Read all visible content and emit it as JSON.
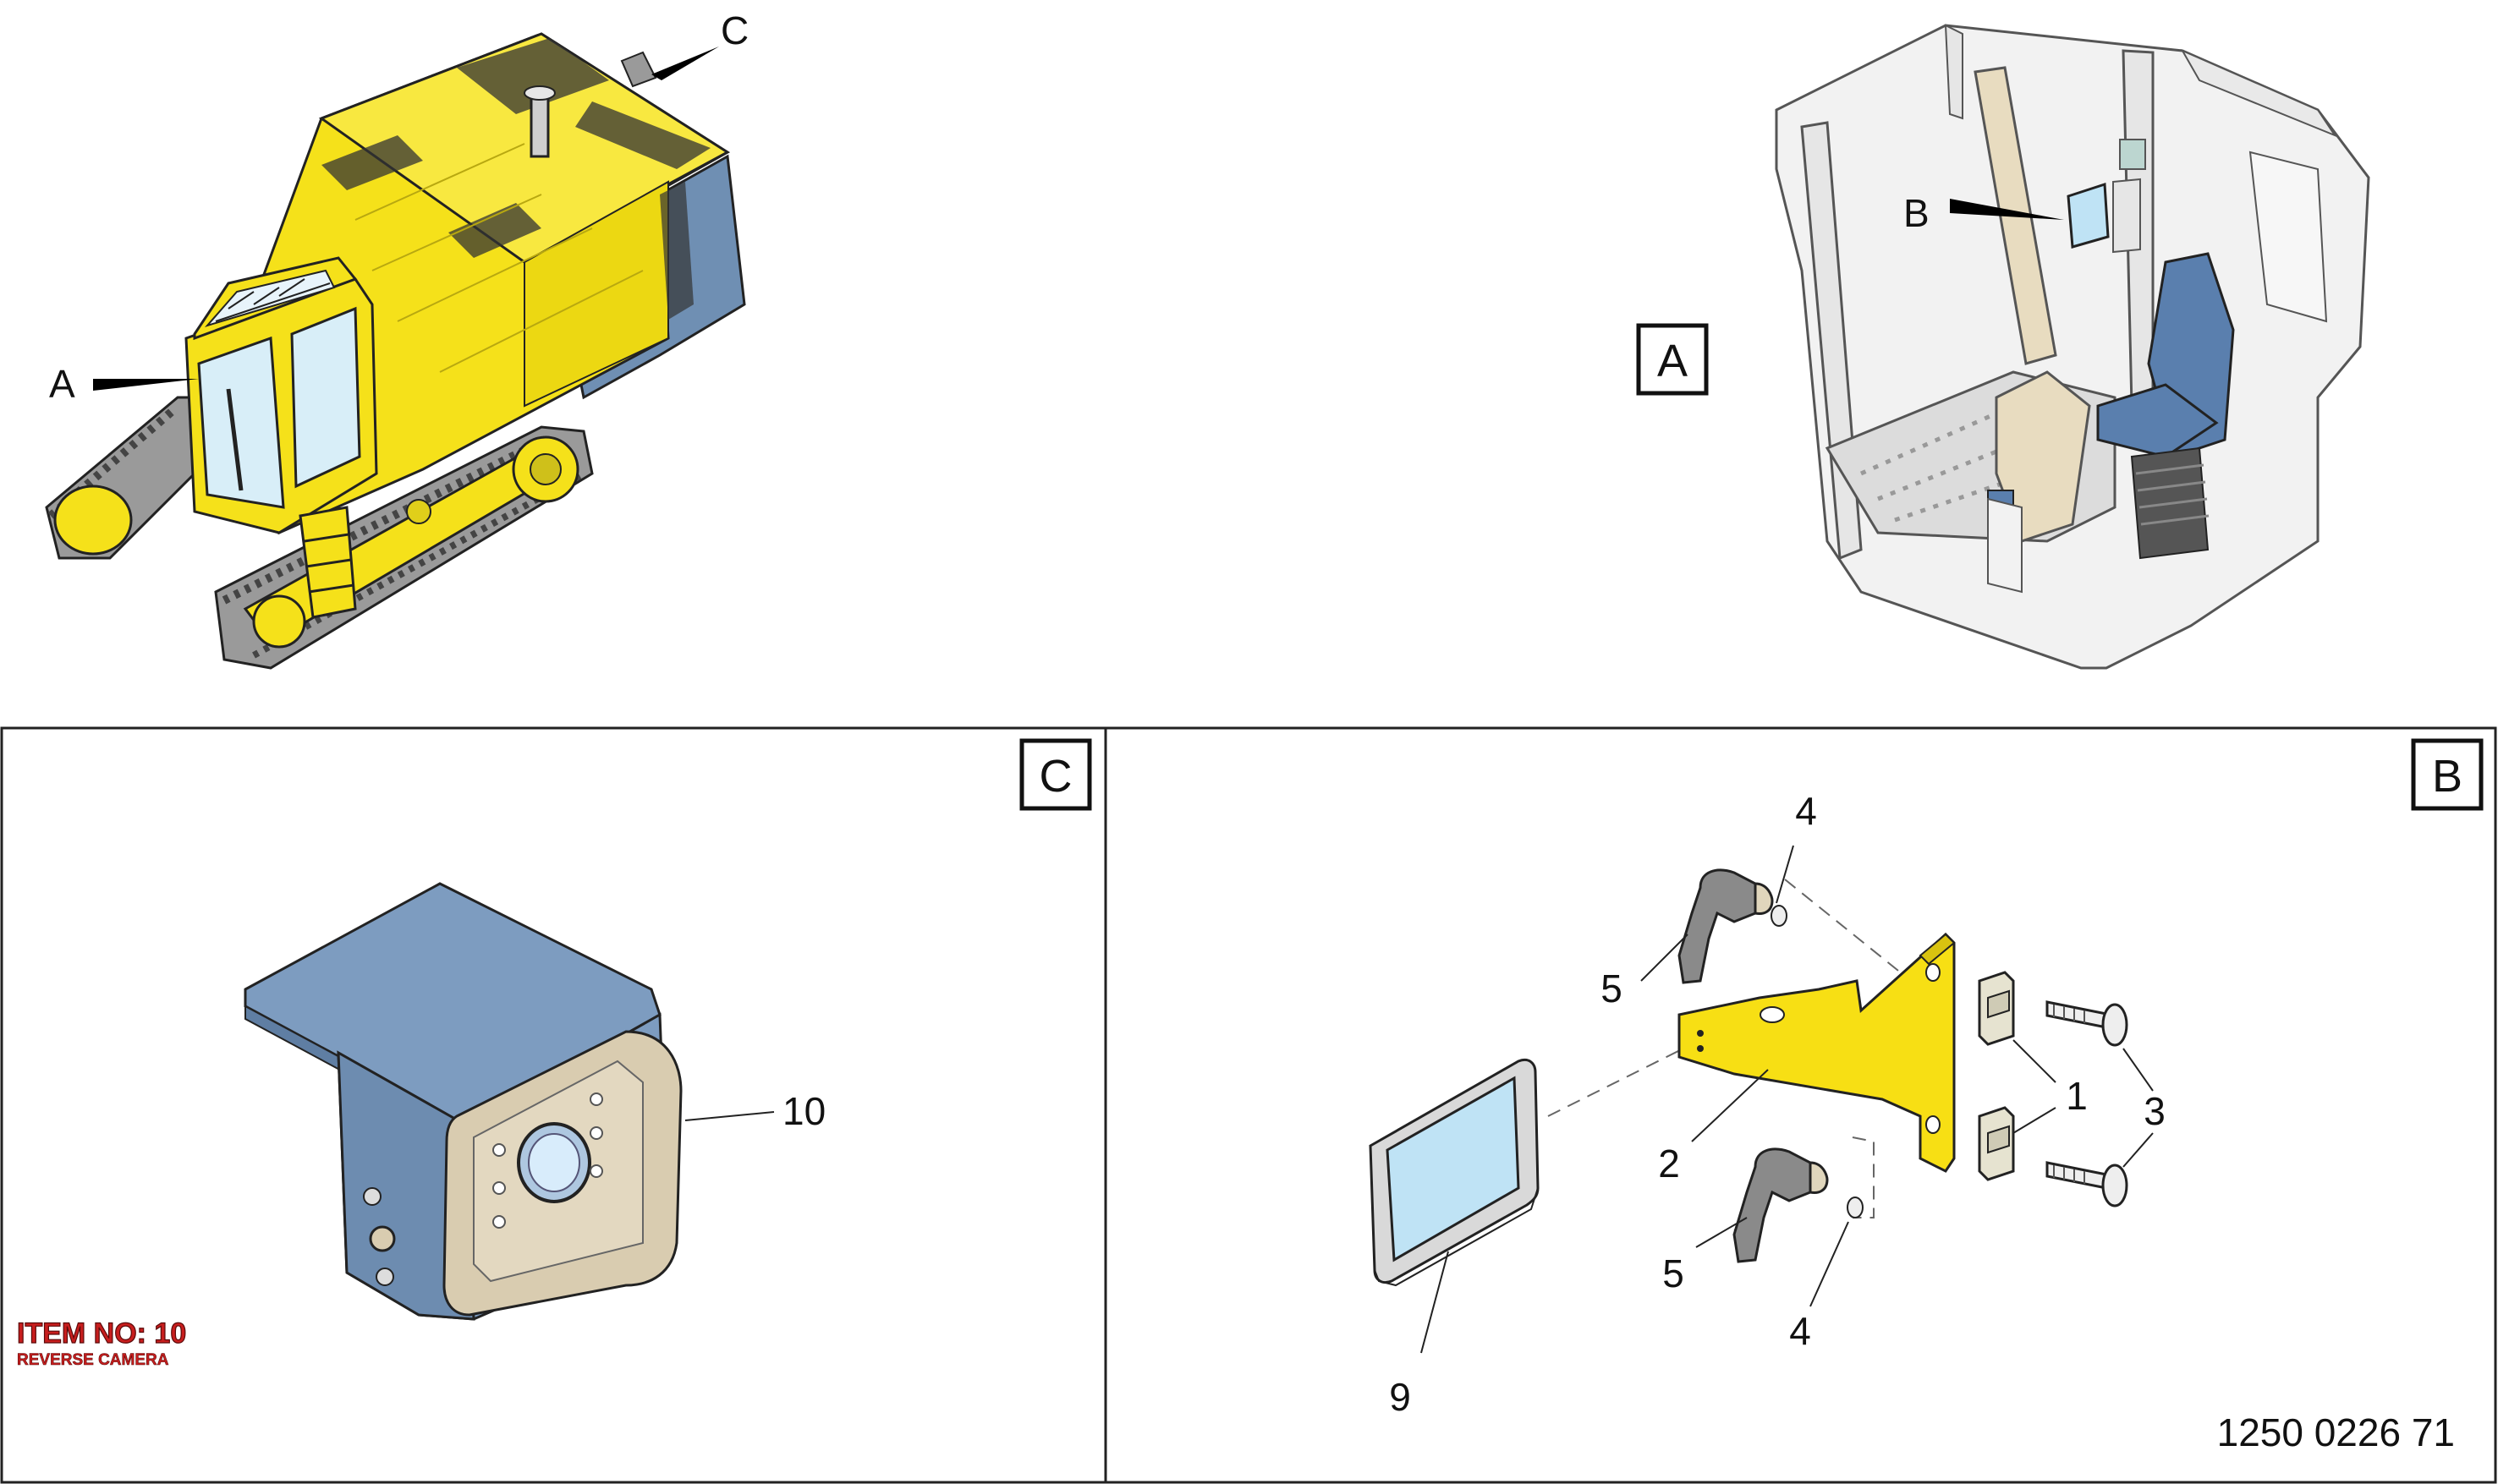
{
  "callouts": {
    "machine_A": "A",
    "machine_C": "C",
    "cab_B": "B"
  },
  "boxes": {
    "cab_box": "A",
    "panel_c": "C",
    "panel_b": "B"
  },
  "panel_c": {
    "item_no": "ITEM NO: 10",
    "item_desc": "REVERSE CAMERA",
    "callout_10": "10"
  },
  "panel_b": {
    "callout_4_top": "4",
    "callout_5_top": "5",
    "callout_1": "1",
    "callout_3": "3",
    "callout_2": "2",
    "callout_5_bottom": "5",
    "callout_4_bottom": "4",
    "callout_9": "9",
    "doc_number": "1250 0226 71"
  },
  "colors": {
    "machine_yellow": "#f5e11a",
    "machine_blue": "#6f8fb3",
    "bracket_yellow": "#f7df14",
    "camera_blue": "#7d9cc0",
    "camera_face": "#d9ccb0",
    "screen_blue": "#bfe3f5",
    "cab_grey": "#ececec",
    "seat_blue": "#5a7fae",
    "console_beige": "#e8dcc0",
    "item_red": "#c81e1e"
  }
}
